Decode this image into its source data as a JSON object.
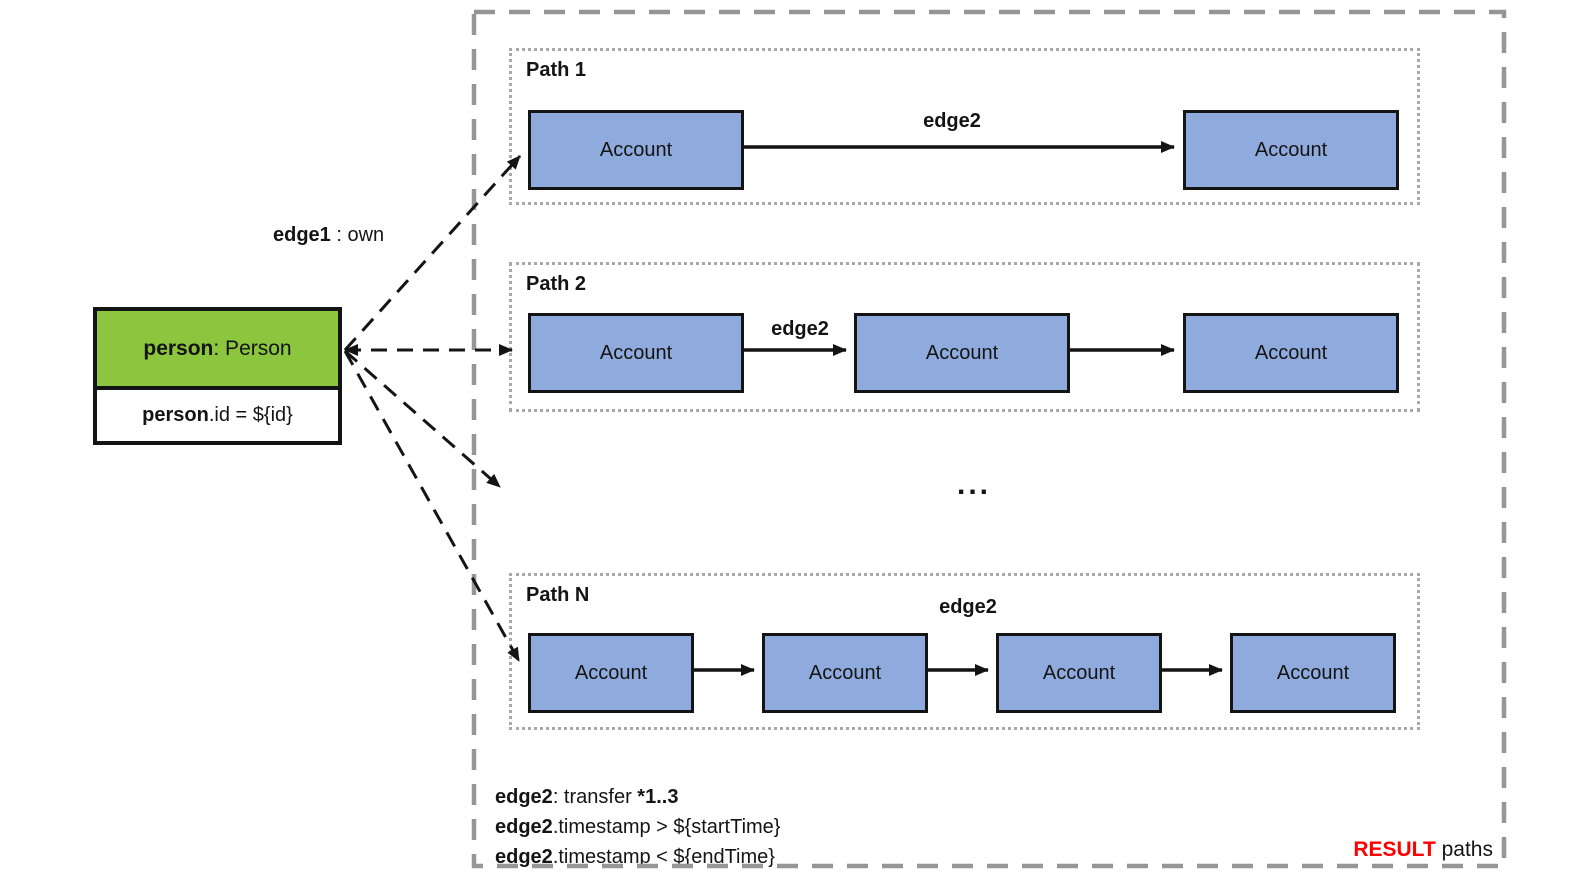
{
  "person_node": {
    "title_bold": "person",
    "title_rest": " : Person",
    "constraint_bold": "person",
    "constraint_rest": ".id = ${id}"
  },
  "edge1_label": {
    "bold": "edge1",
    "rest": " : own"
  },
  "result_panel": {
    "paths": [
      {
        "label": "Path 1",
        "edge_label": "edge2",
        "accounts": [
          "Account",
          "Account"
        ]
      },
      {
        "label": "Path 2",
        "edge_label": "edge2",
        "accounts": [
          "Account",
          "Account",
          "Account"
        ]
      },
      {
        "label": "Path N",
        "edge_label": "edge2",
        "accounts": [
          "Account",
          "Account",
          "Account",
          "Account"
        ]
      }
    ],
    "ellipsis": "...",
    "constraints": [
      {
        "bold": "edge2",
        "mid": ": transfer ",
        "bold_suffix": "*1..3"
      },
      {
        "bold": "edge2",
        "mid": ".timestamp > ${startTime}",
        "bold_suffix": ""
      },
      {
        "bold": "edge2",
        "mid": ".timestamp < ${endTime}",
        "bold_suffix": ""
      }
    ],
    "result_bold": "RESULT",
    "result_rest": " paths"
  },
  "colors": {
    "person_fill": "#8CC63F",
    "account_fill": "#8FAADC",
    "result_red": "#FF0000",
    "outer_dashed_border": "#969696",
    "path_dotted_border": "#A9A9A9",
    "line_black": "#141414"
  }
}
